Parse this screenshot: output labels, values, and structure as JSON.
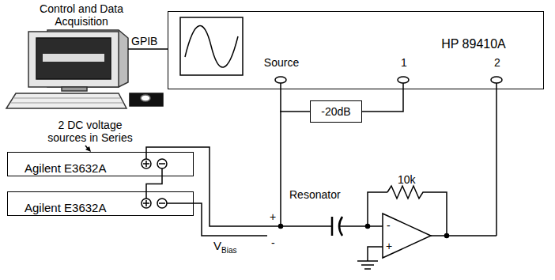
{
  "diagram": {
    "nodes": [
      {
        "text": [
          "HP 89410A",
          "Source",
          "1",
          "2"
        ]
      },
      {
        "text": [
          "-20dB"
        ]
      },
      {
        "text": [
          "Agilent E3632A"
        ]
      },
      {
        "text": [
          "Agilent E3632A"
        ]
      }
    ],
    "edges": [
      {
        "from": 0,
        "to": 1,
        "arrow": "none"
      },
      {
        "from": 1,
        "to": 0,
        "arrow": "none"
      },
      {
        "from": 2,
        "to": 3,
        "arrow": "none"
      }
    ],
    "labels": [
      "Control and Data Acquisition",
      "GPIB",
      "2 DC voltage sources in Series",
      "Resonator",
      "+",
      "-",
      "10k",
      "-",
      "+",
      "V",
      "Bias"
    ]
  }
}
